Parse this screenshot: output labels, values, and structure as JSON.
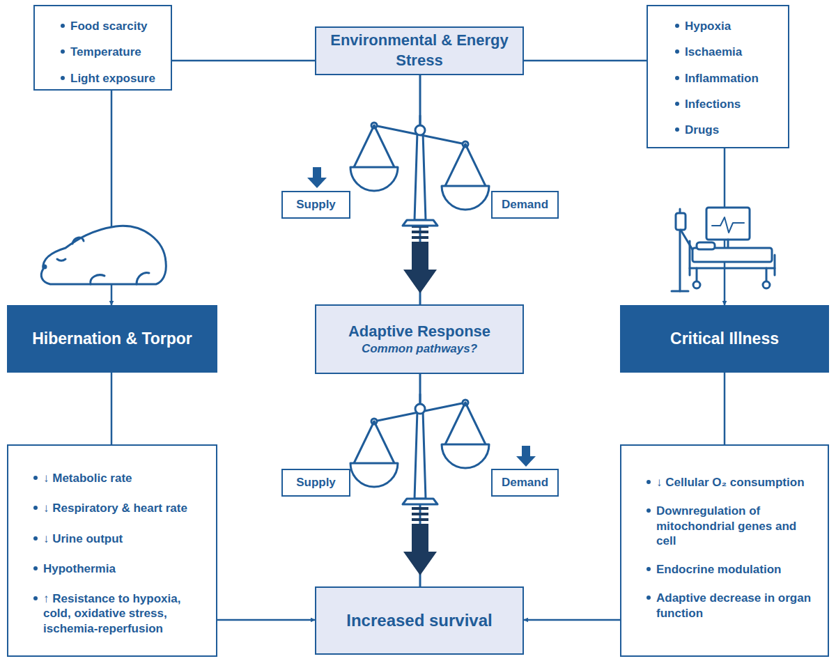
{
  "diagram": {
    "nodes": [
      {
        "text": [
          "Food scarcity",
          "Temperature",
          "Light exposure"
        ]
      },
      {
        "text": [
          "Environmental & Energy Stress"
        ]
      },
      {
        "text": [
          "Hypoxia",
          "Ischaemia",
          "Inflammation",
          "Infections",
          "Drugs"
        ]
      },
      {
        "text": [
          "Supply"
        ]
      },
      {
        "text": [
          "Demand"
        ]
      },
      {
        "text": [
          "Hibernation & Torpor"
        ]
      },
      {
        "text": [
          "Adaptive Response",
          "Common pathways?"
        ]
      },
      {
        "text": [
          "Critical Illness"
        ]
      },
      {
        "text": [
          "Supply"
        ]
      },
      {
        "text": [
          "Demand"
        ]
      },
      {
        "text": [
          "↓ Metabolic rate",
          "↓ Respiratory & heart rate",
          "↓ Urine output",
          "Hypothermia",
          "↑ Resistance to hypoxia, cold, oxidative stress, ischemia-reperfusion"
        ]
      },
      {
        "text": [
          "Increased survival"
        ]
      },
      {
        "text": [
          "↓ Cellular O₂ consumption",
          "Downregulation of mitochondrial genes and cell",
          "Endocrine modulation",
          "Adaptive decrease in organ function"
        ]
      }
    ],
    "edges": [
      {
        "from": 0,
        "to": 1,
        "arrow": "none"
      },
      {
        "from": 1,
        "to": 2,
        "arrow": "none"
      },
      {
        "from": 0,
        "to": 5,
        "arrow": "to"
      },
      {
        "from": 2,
        "to": 7,
        "arrow": "to"
      },
      {
        "from": 1,
        "to": 6,
        "arrow": "to"
      },
      {
        "from": 5,
        "to": 10,
        "arrow": "none"
      },
      {
        "from": 7,
        "to": 12,
        "arrow": "none"
      },
      {
        "from": 6,
        "to": 11,
        "arrow": "to"
      },
      {
        "from": 10,
        "to": 11,
        "arrow": "to"
      },
      {
        "from": 12,
        "to": 11,
        "arrow": "to"
      }
    ]
  }
}
